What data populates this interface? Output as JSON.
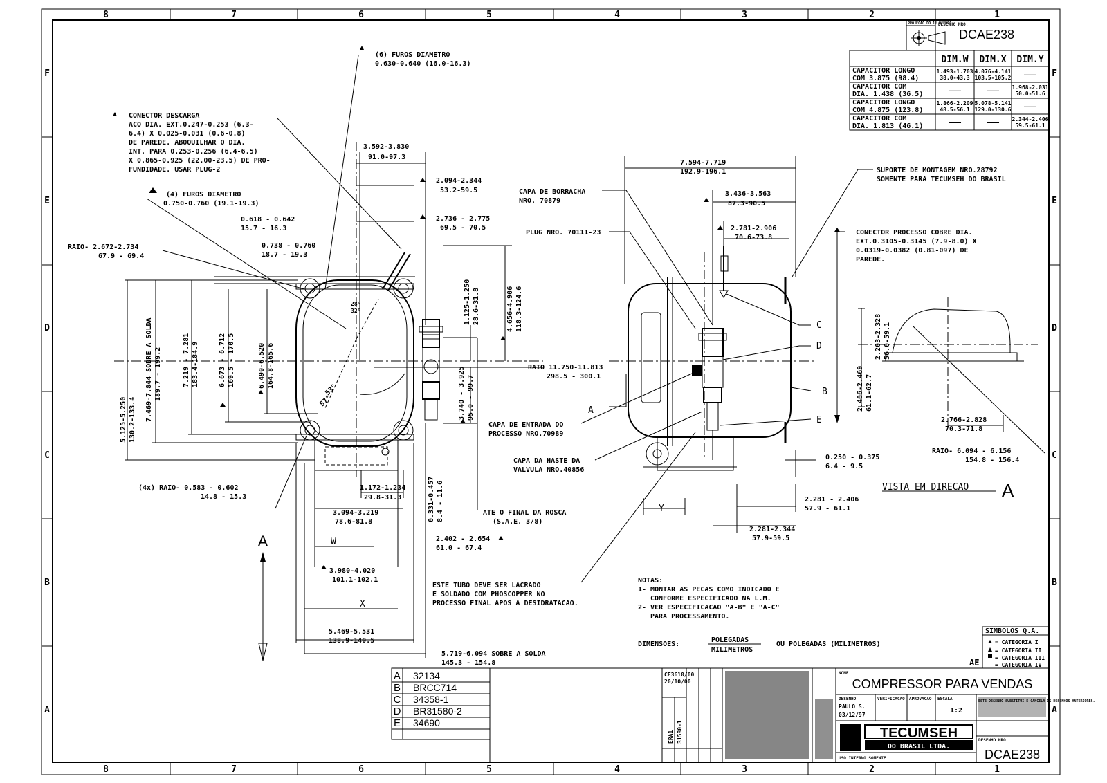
{
  "zones": {
    "columns": [
      "8",
      "7",
      "6",
      "5",
      "4",
      "3",
      "2",
      "1"
    ],
    "rows": [
      "F",
      "E",
      "D",
      "C",
      "B",
      "A"
    ]
  },
  "header": {
    "projection_label": "PROJECAO DO 1º DIEDRO",
    "drawing_no_label": "DESENHO NRO.",
    "drawing_no": "DCAE238"
  },
  "dim_table": {
    "headers": [
      "DIM.W",
      "DIM.X",
      "DIM.Y"
    ],
    "rows": [
      {
        "label1": "CAPACITOR LONGO",
        "label2": "COM 3.875 (98.4)",
        "w": "1.493-1.703 / 38.0-43.3",
        "x": "4.076-4.141 / 103.5-105.2",
        "y": "———"
      },
      {
        "label1": "CAPACITOR COM",
        "label2": "DIA. 1.438 (36.5)",
        "w": "———",
        "x": "———",
        "y": "1.968-2.031 / 50.0-51.6"
      },
      {
        "label1": "CAPACITOR LONGO",
        "label2": "COM 4.875 (123.8)",
        "w": "1.866-2.209 / 48.5-56.1",
        "x": "5.078-5.141 / 129.0-130.6",
        "y": "———"
      },
      {
        "label1": "CAPACITOR COM",
        "label2": "DIA. 1.813 (46.1)",
        "w": "———",
        "x": "———",
        "y": "2.344-2.406 / 59.5-61.1"
      }
    ]
  },
  "annotations": {
    "furos6_1": "(6) FUROS DIAMETRO",
    "furos6_2": "0.630-0.640 (16.0-16.3)",
    "con_desc_1": "CONECTOR DESCARGA",
    "con_desc_2": "ACO DIA. EXT.0.247-0.253 (6.3-",
    "con_desc_3": "6.4) X 0.025-0.031 (0.6-0.8)",
    "con_desc_4": "DE PAREDE. ABOQUILHAR O DIA.",
    "con_desc_5": "INT. PARA 0.253-0.256 (6.4-6.5)",
    "con_desc_6": "X 0.865-0.925 (22.00-23.5) DE PRO-",
    "con_desc_7": "FUNDIDADE. USAR PLUG-2",
    "furos4_1": "(4) FUROS DIAMETRO",
    "furos4_2": "0.750-0.760 (19.1-19.3)",
    "d0618_1": "0.618 - 0.642",
    "d0618_2": "15.7 - 16.3",
    "d0738_1": "0.738 - 0.760",
    "d0738_2": "18.7 - 19.3",
    "raio1_1": "RAIO- 2.672-2.734",
    "raio1_2": "67.9 - 69.4",
    "d3592_1": "3.592-3.830",
    "d3592_2": "91.0-97.3",
    "d2094_1": "2.094-2.344",
    "d2094_2": "53.2-59.5",
    "d2736_1": "2.736 - 2.775",
    "d2736_2": "69.5 - 70.5",
    "d1125_1": "1.125-1.250",
    "d1125_2": "28.6-31.8",
    "d4656_1": "4.656-4.906",
    "d4656_2": "118.3-124.6",
    "ang1": "28°",
    "ang2": "32°",
    "ang3": "53°",
    "ang4": "57°",
    "v7469_1": "7.469-7.844 SOBRE A SOLDA",
    "v7469_2": "189.7 - 199.2",
    "v7219_1": "7.219 - 7.281",
    "v7219_2": "183.4-184.9",
    "v6673_1": "6.673 - 6.712",
    "v6673_2": "169.5 - 170.5",
    "v6490_1": "6.490-6.520",
    "v6490_2": "164.8-165.6",
    "v5125_1": "5.125-5.250",
    "v5125_2": "130.2-133.4",
    "v3740_1": "3.740 - 3.925",
    "v3740_2": "95.0 - 99.7",
    "v0331_1": "0.331-0.457",
    "v0331_2": "8.4 - 11.6",
    "raio2_1": "RAIO 11.750-11.813",
    "raio2_2": "298.5 - 300.1",
    "raio4x_1": "(4x) RAIO- 0.583 - 0.602",
    "raio4x_2": "14.8 - 15.3",
    "d1172_1": "1.172-1.234",
    "d1172_2": "29.8-31.3",
    "d3094_1": "3.094-3.219",
    "d3094_2": "78.6-81.8",
    "d2402_1": "2.402 - 2.654",
    "d2402_2": "61.0 - 67.4",
    "rosca_1": "ATE O FINAL DA ROSCA",
    "rosca_2": "(S.A.E. 3/8)",
    "d3980_1": "3.980-4.020",
    "d3980_2": "101.1-102.1",
    "d5469_1": "5.469-5.531",
    "d5469_2": "138.9-140.5",
    "d5719_1": "5.719-6.094 SOBRE A SOLDA",
    "d5719_2": "145.3 - 154.8",
    "tubo_1": "ESTE TUBO DEVE SER LACRADO",
    "tubo_2": "E SOLDADO COM PHOSCOPPER NO",
    "tubo_3": "PROCESSO FINAL APOS A DESIDRATACAO.",
    "d7594_1": "7.594-7.719",
    "d7594_2": "192.9-196.1",
    "capa_borr_1": "CAPA DE BORRACHA",
    "capa_borr_2": "NRO. 70879",
    "plug": "PLUG NRO. 70111-23",
    "d3436_1": "3.436-3.563",
    "d3436_2": "87.3-90.5",
    "d2781_1": "2.781-2.906",
    "d2781_2": "70.6-73.8",
    "suporte_1": "SUPORTE DE MONTAGEM NRO.28792",
    "suporte_2": "SOMENTE PARA TECUMSEH DO BRASIL",
    "con_proc_1": "CONECTOR PROCESSO COBRE DIA.",
    "con_proc_2": "EXT.0.3105-0.3145 (7.9-8.0) X",
    "con_proc_3": "0.0319-0.0382 (0.81-097) DE",
    "con_proc_4": "PAREDE.",
    "capa_ent_1": "CAPA DE ENTRADA DO",
    "capa_ent_2": "PROCESSO NRO.70989",
    "capa_has_1": "CAPA DA HASTE DA",
    "capa_has_2": "VALVULA NRO.40856",
    "d0250_1": "0.250 - 0.375",
    "d0250_2": "6.4 - 9.5",
    "d2281a_1": "2.281 - 2.406",
    "d2281a_2": "57.9 - 61.1",
    "d2281b_1": "2.281-2.344",
    "d2281b_2": "57.9-59.5",
    "v2406_1": "2.406-2.469",
    "v2406_2": "61.1-62.7",
    "v2203_1": "2.203-2.328",
    "v2203_2": "56.0-59.1",
    "d2766_1": "2.766-2.828",
    "d2766_2": "70.3-71.8",
    "raio3_1": "RAIO- 6.094 - 6.156",
    "raio3_2": "154.8 - 156.4",
    "vista": "VISTA EM DIRECAO",
    "vista_letter": "A",
    "notas": "NOTAS:",
    "nota1_1": "1- MONTAR AS PECAS COMO INDICADO E",
    "nota1_2": "CONFORME ESPECIFICADO NA L.M.",
    "nota2_1": "2- VER ESPECIFICACAO \"A-B\" E \"A-C\"",
    "nota2_2": "PARA PROCESSAMENTO.",
    "dim_label": "DIMENSOES:",
    "dim_pol": "POLEGADAS",
    "dim_mm": "MILIMETROS",
    "dim_ou": "OU POLEGADAS (MILIMETROS)",
    "ae": "AE",
    "letter_a": "A",
    "letter_b": "B",
    "letter_c": "C",
    "letter_d": "D",
    "letter_e": "E",
    "letter_w": "W",
    "letter_x": "X",
    "letter_y": "Y"
  },
  "simbolos": {
    "title": "SIMBOLOS Q.A.",
    "cat1": "= CATEGORIA I",
    "cat2": "= CATEGORIA II",
    "cat3": "= CATEGORIA III",
    "cat4": "= CATEGORIA IV"
  },
  "ref_table": [
    {
      "letter": "A",
      "value": "32134"
    },
    {
      "letter": "B",
      "value": "BRCC714"
    },
    {
      "letter": "C",
      "value": "34358-1"
    },
    {
      "letter": "D",
      "value": "BR31580-2"
    },
    {
      "letter": "E",
      "value": "34690"
    }
  ],
  "title_block": {
    "rev_date_1": "CE3610/00",
    "rev_date_2": "20/10/00",
    "era_1": "ERA1",
    "era_2": "31580-1",
    "nome_label": "NOME",
    "title": "COMPRESSOR PARA VENDAS",
    "desenho_label": "DESENHO",
    "desenho_name": "PAULO S.",
    "desenho_date": "03/12/97",
    "verif_label": "VERIFICACAO",
    "aprov_label": "APROVACAO",
    "escala_label": "ESCALA",
    "escala": "1:2",
    "substitui": "ESTE DESENHO SUBSTITUI E CANCELA OS DESENHOS ANTERIORES.",
    "company_1": "TECUMSEH",
    "company_2": "DO BRASIL LTDA.",
    "uso": "USO INTERNO SOMENTE",
    "drawing_no_label": "DESENHO NRO.",
    "drawing_no": "DCAE238"
  }
}
